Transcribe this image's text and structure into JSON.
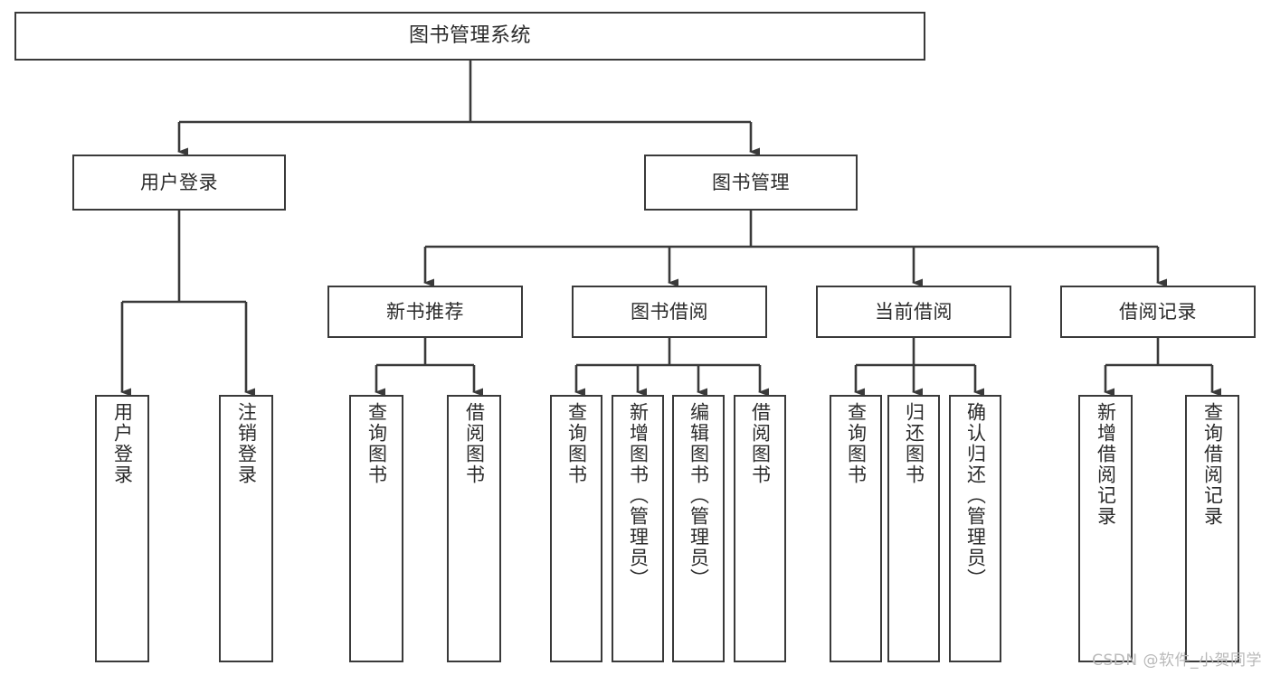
{
  "diagram": {
    "title": "图书管理系统",
    "watermark": "CSDN @软件_小贺同学",
    "colors": {
      "box_border": "#3a3a3a",
      "box_fill": "#ffffff",
      "connector": "#3a3a3a",
      "text": "#2b2b2b",
      "watermark": "#b9b9b9",
      "background": "#ffffff"
    },
    "root": {
      "label": "图书管理系统"
    },
    "level2": [
      {
        "label": "用户登录"
      },
      {
        "label": "图书管理"
      }
    ],
    "level3": [
      {
        "label": "新书推荐"
      },
      {
        "label": "图书借阅"
      },
      {
        "label": "当前借阅"
      },
      {
        "label": "借阅记录"
      }
    ],
    "leaves_user_login": [
      {
        "label": "用户登录"
      },
      {
        "label": "注销登录"
      }
    ],
    "leaves_new_book": [
      {
        "label": "查询图书"
      },
      {
        "label": "借阅图书"
      }
    ],
    "leaves_borrow": [
      {
        "label": "查询图书"
      },
      {
        "label": "新增图书（管理员）"
      },
      {
        "label": "编辑图书（管理员）"
      },
      {
        "label": "借阅图书"
      }
    ],
    "leaves_current": [
      {
        "label": "查询图书"
      },
      {
        "label": "归还图书"
      },
      {
        "label": "确认归还（管理员）"
      }
    ],
    "leaves_records": [
      {
        "label": "新增借阅记录"
      },
      {
        "label": "查询借阅记录"
      }
    ]
  }
}
